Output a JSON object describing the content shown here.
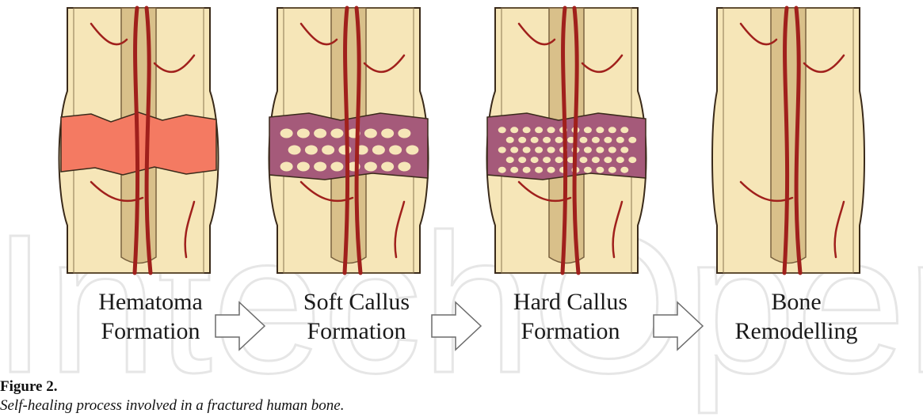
{
  "stages": [
    {
      "line1": "Hematoma",
      "line2": "Formation",
      "fracture_fill": "#f47a62"
    },
    {
      "line1": "Soft Callus",
      "line2": "Formation",
      "fracture_fill": "#a55a7a"
    },
    {
      "line1": "Hard Callus",
      "line2": "Formation",
      "fracture_fill": "#a55a7a"
    },
    {
      "line1": "Bone",
      "line2": "Remodelling",
      "fracture_fill": ""
    }
  ],
  "figure": {
    "title": "Figure 2.",
    "caption": "Self-healing process involved in a fractured human bone."
  },
  "watermark": "IntechOpen",
  "colors": {
    "bone": "#f6e6b8",
    "bone_edge": "#3a2a1a",
    "marrow": "#d9c08a",
    "vessel": "#a0201c",
    "callus_spots": "#f6e6b8",
    "arrow_stroke": "#6b6b6b",
    "watermark": "#e8e8e8"
  }
}
